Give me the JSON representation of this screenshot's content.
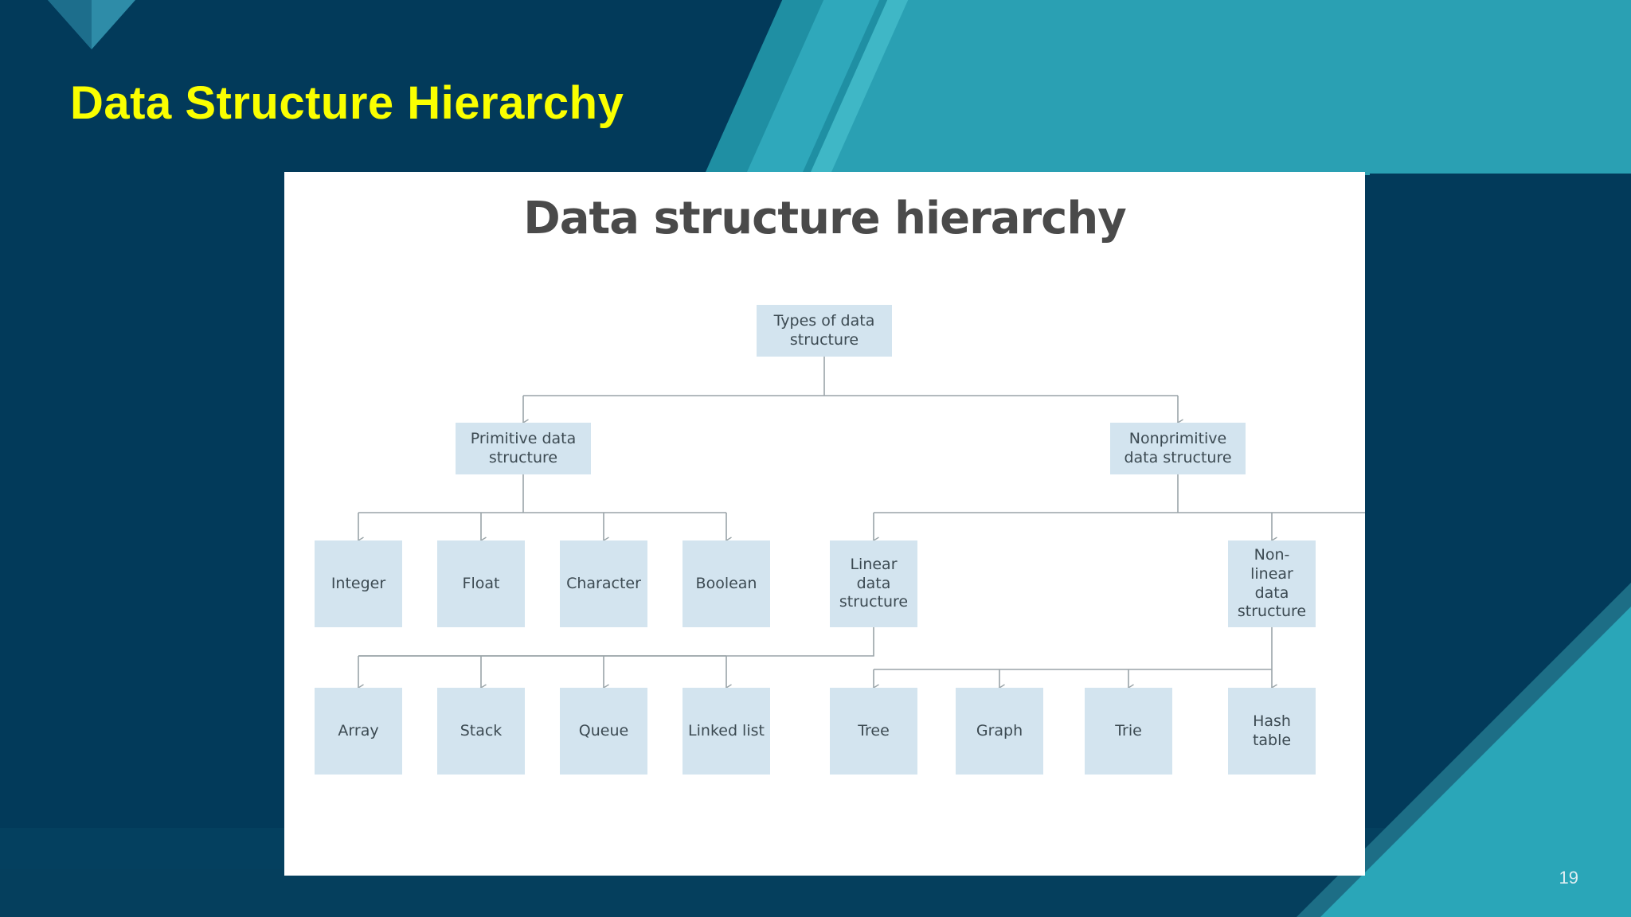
{
  "slide": {
    "title": "Data Structure Hierarchy",
    "page_number": "19",
    "title_color": "#faff00",
    "background_color": "#023a5a",
    "accent_color": "#2aa0b3"
  },
  "diagram": {
    "title": "Data structure hierarchy",
    "node_fill": "#d3e4ef",
    "node_text_color": "#3c4a52",
    "connector_color": "#9aa4a8",
    "panel_background": "#ffffff",
    "nodes": {
      "root": "Types of data\nstructure",
      "primitive": "Primitive data\nstructure",
      "nonprimitive": "Nonprimitive\ndata structure",
      "integer": "Integer",
      "float": "Float",
      "character": "Character",
      "boolean": "Boolean",
      "linear": "Linear\ndata\nstructure",
      "nonlinear": "Non-\nlinear\ndata\nstructure",
      "array": "Array",
      "stack": "Stack",
      "queue": "Queue",
      "linked_list": "Linked list",
      "tree": "Tree",
      "graph": "Graph",
      "trie": "Trie",
      "hash_table": "Hash\ntable"
    }
  },
  "chart_data": {
    "type": "diagram",
    "title": "Data structure hierarchy",
    "levels": [
      {
        "level": 0,
        "nodes": [
          "Types of data structure"
        ]
      },
      {
        "level": 1,
        "nodes": [
          "Primitive data structure",
          "Nonprimitive data structure"
        ]
      },
      {
        "level": 2,
        "nodes": [
          "Integer",
          "Float",
          "Character",
          "Boolean",
          "Linear data structure",
          "Non-linear data structure"
        ]
      },
      {
        "level": 3,
        "nodes": [
          "Array",
          "Stack",
          "Queue",
          "Linked list",
          "Tree",
          "Graph",
          "Trie",
          "Hash table"
        ]
      }
    ],
    "edges": [
      [
        "Types of data structure",
        "Primitive data structure"
      ],
      [
        "Types of data structure",
        "Nonprimitive data structure"
      ],
      [
        "Primitive data structure",
        "Integer"
      ],
      [
        "Primitive data structure",
        "Float"
      ],
      [
        "Primitive data structure",
        "Character"
      ],
      [
        "Primitive data structure",
        "Boolean"
      ],
      [
        "Nonprimitive data structure",
        "Linear data structure"
      ],
      [
        "Nonprimitive data structure",
        "Non-linear data structure"
      ],
      [
        "Linear data structure",
        "Array"
      ],
      [
        "Linear data structure",
        "Stack"
      ],
      [
        "Linear data structure",
        "Queue"
      ],
      [
        "Linear data structure",
        "Linked list"
      ],
      [
        "Non-linear data structure",
        "Tree"
      ],
      [
        "Non-linear data structure",
        "Graph"
      ],
      [
        "Non-linear data structure",
        "Trie"
      ],
      [
        "Non-linear data structure",
        "Hash table"
      ]
    ]
  }
}
